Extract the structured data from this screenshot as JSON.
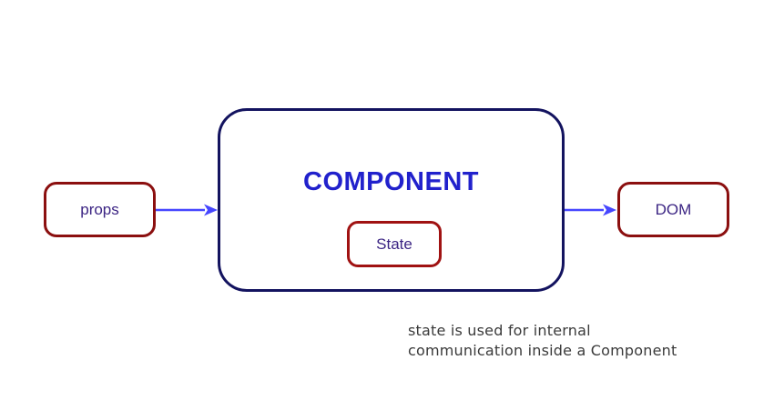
{
  "diagram": {
    "props_box": {
      "label": "props"
    },
    "component_box": {
      "title": "COMPONENT"
    },
    "state_box": {
      "label": "State"
    },
    "dom_box": {
      "label": "DOM"
    },
    "caption": {
      "line1": "state is used for internal",
      "line2": "communication inside a Component"
    }
  },
  "colors": {
    "box_border_red": "#8b0f0f",
    "state_border_red": "#a01212",
    "component_border_navy": "#13135f",
    "component_title_blue": "#2121cc",
    "box_label_purple": "#3b2483",
    "arrow_blue": "#4646ff",
    "caption_gray": "#3a3a3a",
    "background": "#ffffff"
  }
}
